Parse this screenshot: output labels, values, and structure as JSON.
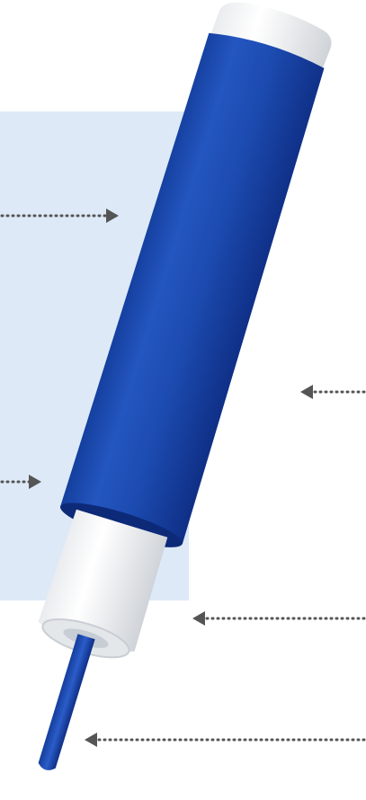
{
  "illustration": {
    "subject": "lancet-device-icon",
    "colors": {
      "background": "#ffffff",
      "panel": "#dde9f7",
      "body_blue": "#1f4fb5",
      "body_blue_dark": "#0e2f86",
      "body_blue_light": "#3a6fd8",
      "cap_white": "#f7f7f7",
      "cap_shadow": "#cfd3d8",
      "arrow": "#555555"
    },
    "arrows": [
      {
        "id": "arrow-upper-left",
        "direction": "right"
      },
      {
        "id": "arrow-middle-right",
        "direction": "left"
      },
      {
        "id": "arrow-lower-left",
        "direction": "right"
      },
      {
        "id": "arrow-lower-right",
        "direction": "left"
      },
      {
        "id": "arrow-bottom-right",
        "direction": "left"
      }
    ]
  }
}
